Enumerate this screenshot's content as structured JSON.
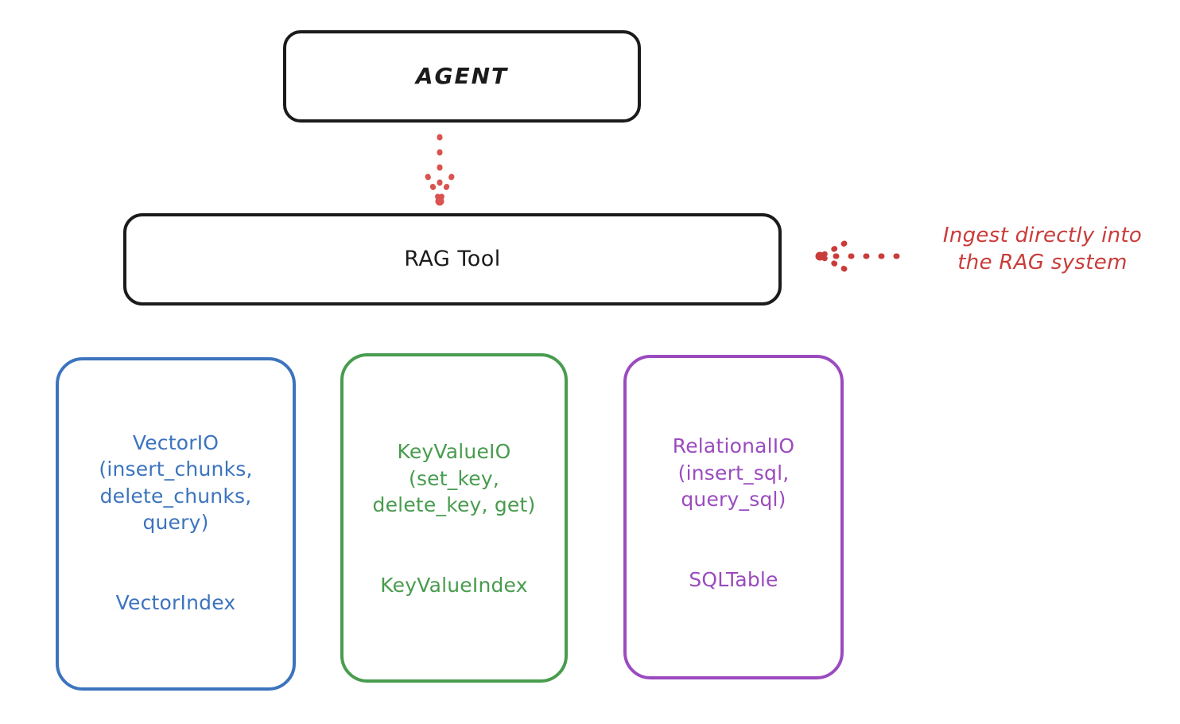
{
  "diagram": {
    "title_node": {
      "label": "AGENT"
    },
    "tool_node": {
      "label": "RAG Tool"
    },
    "providers": [
      {
        "id": "vector",
        "api_label": "VectorIO\n(insert_chunks,\ndelete_chunks,\nquery)",
        "index_label": "VectorIndex",
        "color": "#3c74bd"
      },
      {
        "id": "keyvalue",
        "api_label": "KeyValueIO\n(set_key,\ndelete_key, get)",
        "index_label": "KeyValueIndex",
        "color": "#489c4e"
      },
      {
        "id": "relational",
        "api_label": "RelationalIO\n(insert_sql,\nquery_sql)",
        "index_label": "SQLTable",
        "color": "#9b4bbf"
      }
    ],
    "annotation": {
      "text": "Ingest directly into\nthe RAG system",
      "color": "#c93c3a"
    },
    "connectors": [
      {
        "name": "agent-to-ragtool",
        "style": "dotted-arrow",
        "direction": "down",
        "color": "#d9534f"
      },
      {
        "name": "annotation-to-ragtool",
        "style": "dotted-arrow",
        "direction": "left",
        "color": "#c93c3a"
      }
    ],
    "colors": {
      "stroke_dark": "#1b1b1b",
      "vector_blue": "#3c74bd",
      "keyvalue_green": "#489c4e",
      "relational_purple": "#9b4bbf",
      "annotation_red": "#c93c3a",
      "background": "#ffffff"
    }
  }
}
